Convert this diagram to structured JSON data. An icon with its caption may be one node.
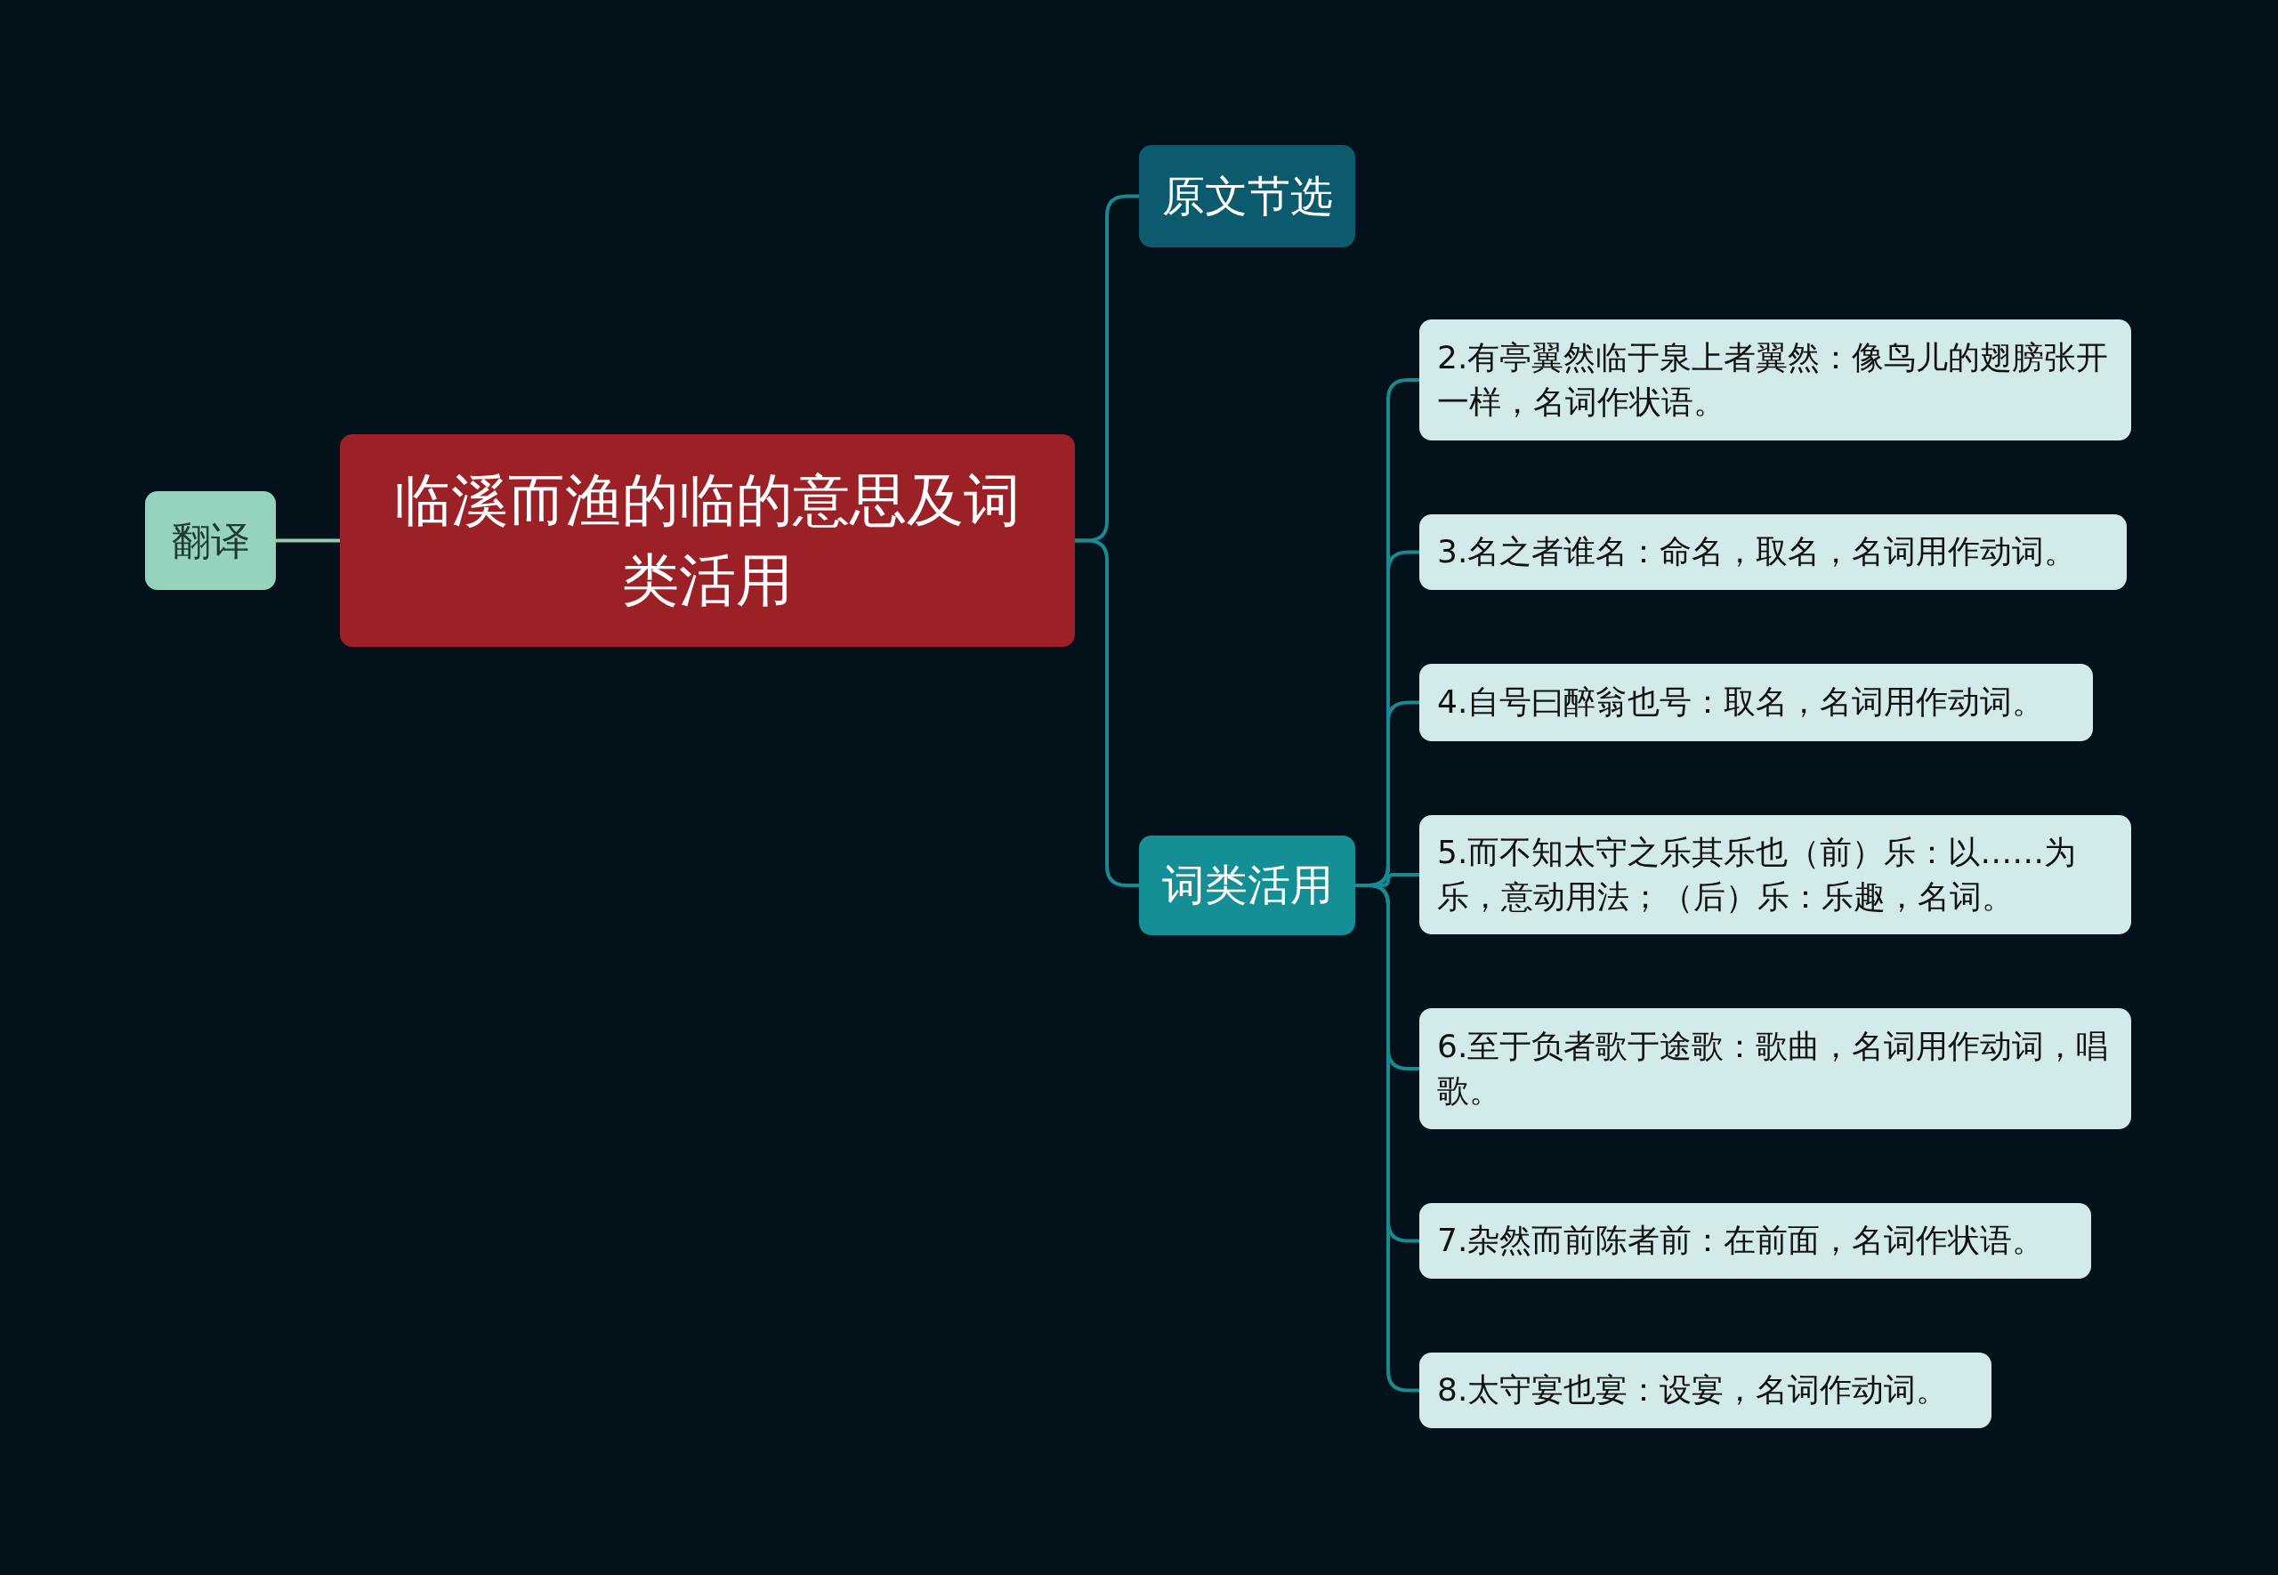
{
  "diagram": {
    "nodes": [
      {
        "text": [
          "翻译"
        ]
      },
      {
        "text": [
          "临溪而渔的临的意思及词类活用"
        ]
      },
      {
        "text": [
          "原文节选"
        ]
      },
      {
        "text": [
          "词类活用"
        ]
      },
      {
        "text": [
          "2.有亭翼然临于泉上者翼然：像鸟儿的翅膀张开一样，名词作状语。"
        ]
      },
      {
        "text": [
          "3.名之者谁名：命名，取名，名词用作动词。"
        ]
      },
      {
        "text": [
          "4.自号曰醉翁也号：取名，名词用作动词。"
        ]
      },
      {
        "text": [
          "5.而不知太守之乐其乐也（前）乐：以……为乐，意动用法；（后）乐：乐趣，名词。"
        ]
      },
      {
        "text": [
          "6.至于负者歌于途歌：歌曲，名词用作动词，唱歌。"
        ]
      },
      {
        "text": [
          "7.杂然而前陈者前：在前面，名词作状语。"
        ]
      },
      {
        "text": [
          "8.太守宴也宴：设宴，名词作动词。"
        ]
      }
    ],
    "edges": [
      {
        "from": 1,
        "to": 0,
        "arrow": "none",
        "color": "#8fcdb8"
      },
      {
        "from": 1,
        "to": 2,
        "arrow": "none"
      },
      {
        "from": 1,
        "to": 3,
        "arrow": "none"
      },
      {
        "from": 3,
        "to": 4,
        "arrow": "none"
      },
      {
        "from": 3,
        "to": 5,
        "arrow": "none"
      },
      {
        "from": 3,
        "to": 6,
        "arrow": "none"
      },
      {
        "from": 3,
        "to": 7,
        "arrow": "none"
      },
      {
        "from": 3,
        "to": 8,
        "arrow": "none"
      },
      {
        "from": 3,
        "to": 9,
        "arrow": "none"
      },
      {
        "from": 3,
        "to": 10,
        "arrow": "none"
      }
    ]
  }
}
